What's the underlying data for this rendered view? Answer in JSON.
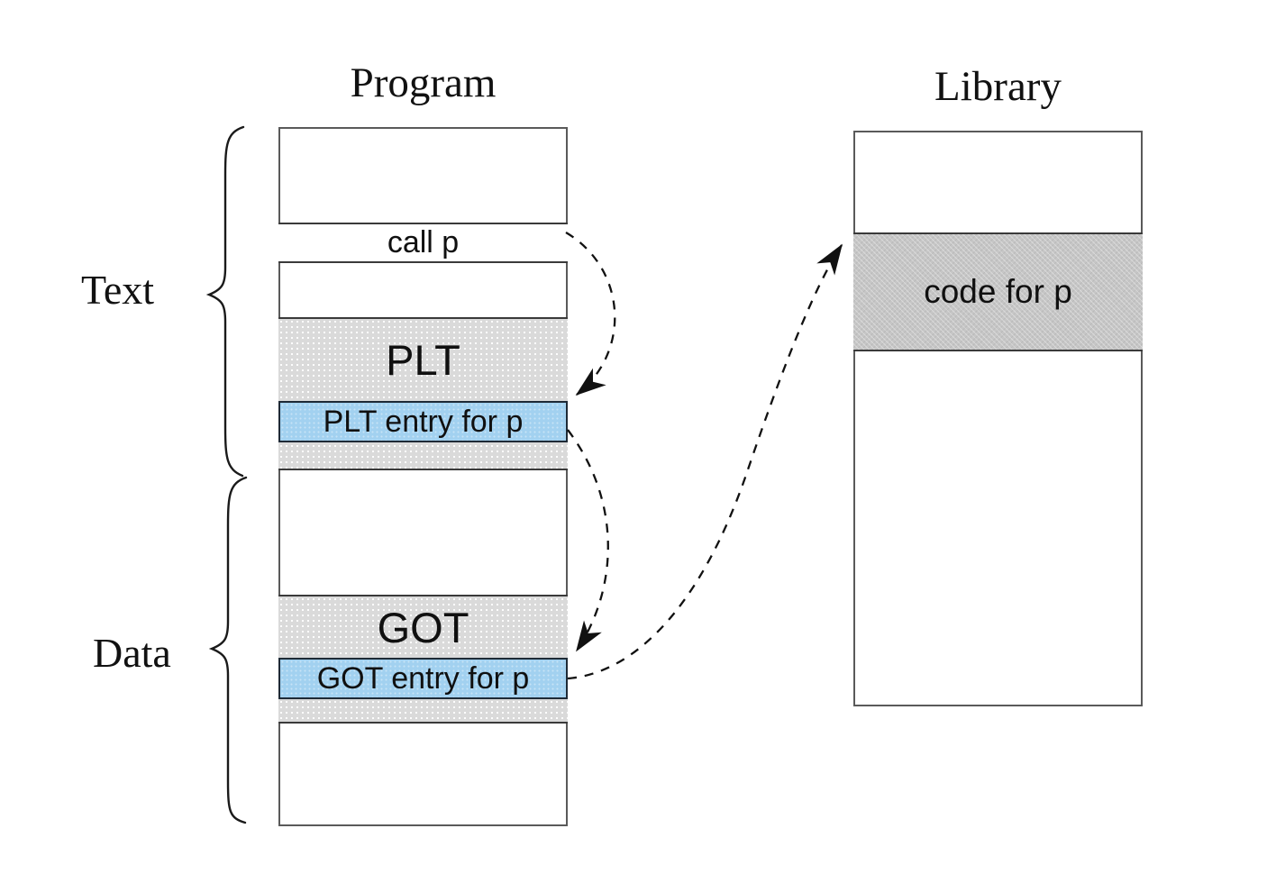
{
  "diagram": {
    "title_context": "PLT / GOT dynamic linking",
    "program": {
      "title": "Program",
      "rows": {
        "call": "call p",
        "plt": "PLT",
        "plt_entry": "PLT entry for p",
        "got": "GOT",
        "got_entry": "GOT entry for p"
      }
    },
    "library": {
      "title": "Library",
      "code": "code for p"
    },
    "regions": {
      "text_label": "Text",
      "data_label": "Data"
    },
    "arrows": {
      "call_to_plt_entry": "call p -> PLT entry for p",
      "plt_entry_to_got_entry": "PLT entry for p -> GOT entry for p",
      "got_entry_to_code": "GOT entry for p -> code for p"
    },
    "colors": {
      "highlight_blue": "#a2d1f0",
      "section_gray": "#dadada",
      "code_gray": "#c6c6c6",
      "line_black": "#111111"
    }
  }
}
